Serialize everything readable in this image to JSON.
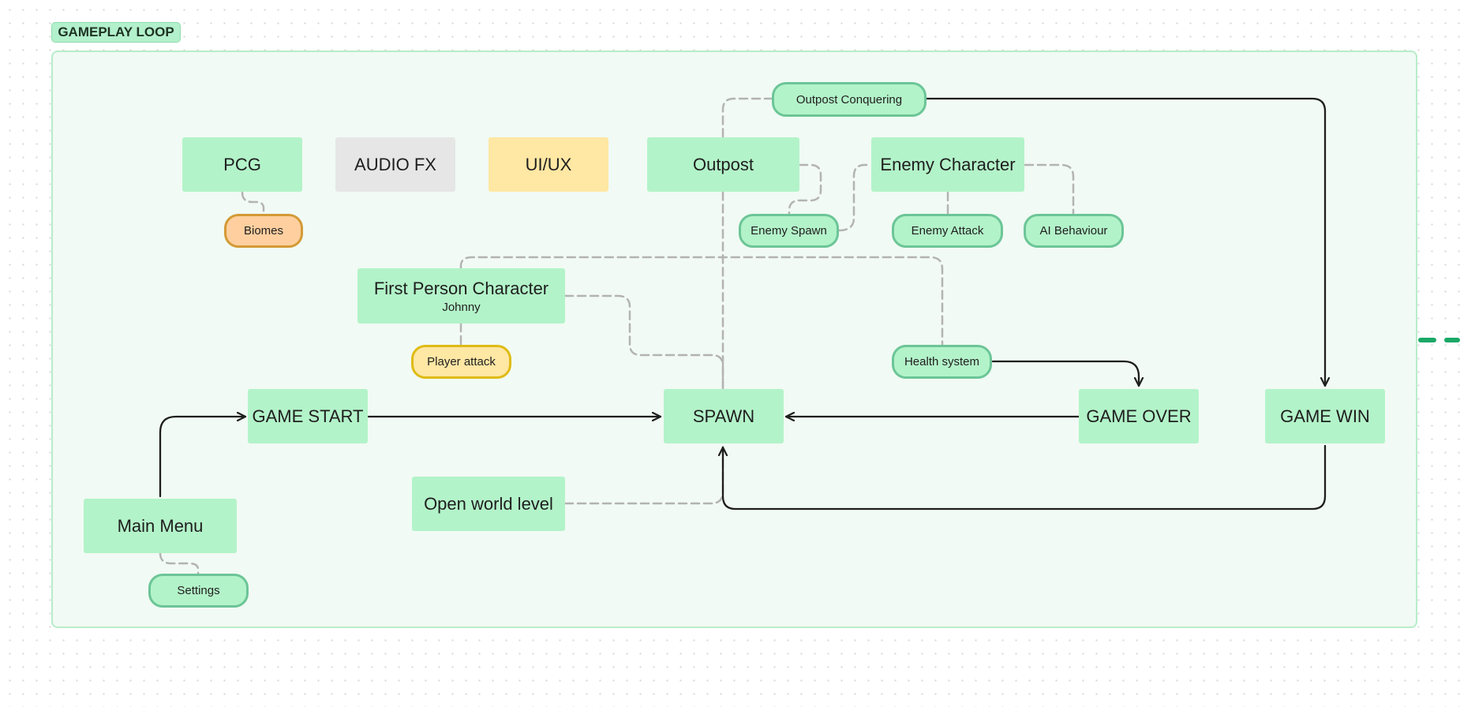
{
  "section": {
    "title": "GAMEPLAY LOOP"
  },
  "nodes": {
    "pcg": "PCG",
    "audio_fx": "AUDIO FX",
    "ui_ux": "UI/UX",
    "outpost": "Outpost",
    "enemy_character": "Enemy Character",
    "outpost_conquering": "Outpost Conquering",
    "biomes": "Biomes",
    "enemy_spawn": "Enemy Spawn",
    "enemy_attack": "Enemy Attack",
    "ai_behaviour": "AI Behaviour",
    "first_person_character": "First Person Character",
    "first_person_character_sub": "Johnny",
    "player_attack": "Player attack",
    "health_system": "Health system",
    "game_start": "GAME START",
    "spawn": "SPAWN",
    "game_over": "GAME OVER",
    "game_win": "GAME WIN",
    "main_menu": "Main Menu",
    "settings": "Settings",
    "open_world_level": "Open world level"
  },
  "colors": {
    "section_fill": "#f1faf4",
    "sticky_green": "#b3f3c9",
    "sticky_gray": "#e6e6e6",
    "sticky_yellow": "#ffe7a4",
    "pill_border_green": "#6cc597",
    "pill_orange": "#ffcf9f",
    "dashed_connector": "#b3b3b3",
    "solid_arrow": "#1e1e1e"
  }
}
